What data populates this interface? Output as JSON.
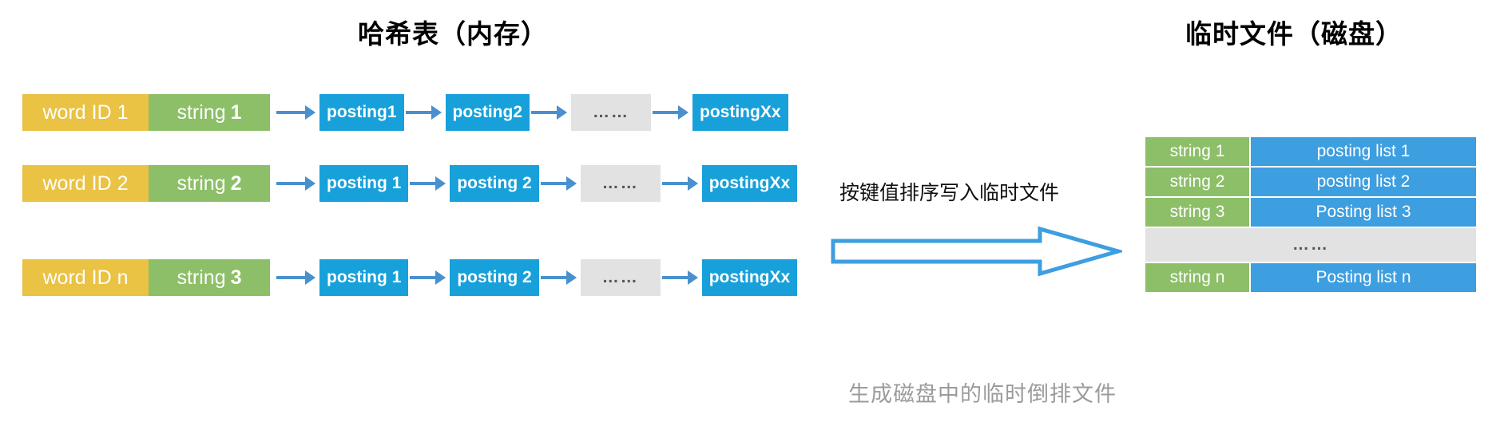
{
  "titles": {
    "left": "哈希表（内存）",
    "right": "临时文件（磁盘）"
  },
  "middle": {
    "label": "按键值排序写入临时文件",
    "caption": "生成磁盘中的临时倒排文件",
    "arrow_color": "#3d9ee0"
  },
  "colors": {
    "word_id": "#eac244",
    "string": "#8cbf68",
    "posting": "#17a0da",
    "ellipsis": "#e2e2e2",
    "table_value": "#3d9ee0",
    "caption_gray": "#9b9b9b"
  },
  "hash_rows": [
    {
      "word_id": "word ID 1",
      "string_label": "string",
      "string_index": "1",
      "postings": [
        "posting1",
        "posting2"
      ],
      "ellipsis": "……",
      "last_posting": "postingXx"
    },
    {
      "word_id": "word ID 2",
      "string_label": "string",
      "string_index": "2",
      "postings": [
        "posting 1",
        "posting 2"
      ],
      "ellipsis": "……",
      "last_posting": "postingXx"
    },
    {
      "word_id": "word ID n",
      "string_label": "string",
      "string_index": "3",
      "postings": [
        "posting 1",
        "posting 2"
      ],
      "ellipsis": "……",
      "last_posting": "postingXx"
    }
  ],
  "temp_table": {
    "rows": [
      {
        "key": "string 1",
        "value": "posting list 1"
      },
      {
        "key": "string 2",
        "value": "posting list 2"
      },
      {
        "key": "string 3",
        "value": "Posting list 3"
      }
    ],
    "ellipsis_row": "……",
    "last_row": {
      "key": "string n",
      "value": "Posting list n"
    }
  }
}
